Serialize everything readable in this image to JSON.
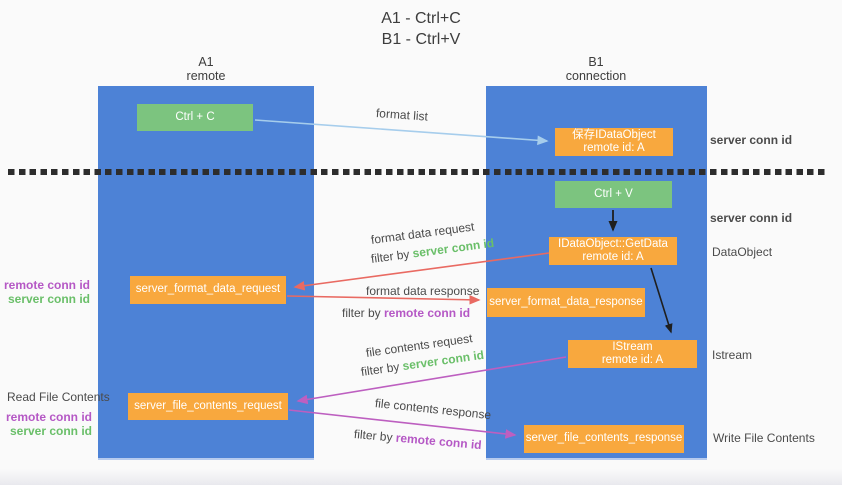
{
  "title": {
    "line1": "A1 - Ctrl+C",
    "line2": "B1 - Ctrl+V"
  },
  "lanes": {
    "a": {
      "title": "A1",
      "subtitle": "remote"
    },
    "b": {
      "title": "B1",
      "subtitle": "connection"
    }
  },
  "nodes": {
    "ctrl_c": "Ctrl + C",
    "ctrl_v": "Ctrl + V",
    "save_idataobject": {
      "line1": "保存IDataObject",
      "line2": "remote id: A"
    },
    "getdata": {
      "line1": "IDataObject::GetData",
      "line2": "remote id: A"
    },
    "istream": {
      "line1": "IStream",
      "line2": "remote id: A"
    },
    "server_format_data_request": "server_format_data_request",
    "server_format_data_response": "server_format_data_response",
    "server_file_contents_request": "server_file_contents_request",
    "server_file_contents_response": "server_file_contents_response"
  },
  "flow_labels": {
    "format_list": "format list",
    "format_data_request": "format data request",
    "format_data_response": "format data response",
    "file_contents_request": "file contents request",
    "file_contents_response": "file contents response",
    "filter_by": "filter by ",
    "server_conn_id": "server conn id",
    "remote_conn_id": "remote conn id"
  },
  "side_labels": {
    "server_conn_id": "server conn id",
    "remote_conn_id": "remote conn id",
    "dataobject": "DataObject",
    "istream": "Istream",
    "read_file_contents": "Read File Contents",
    "write_file_contents": "Write File Contents"
  },
  "colors": {
    "lane_blue": "#4d82d6",
    "node_green": "#7cc47f",
    "node_orange": "#f8a83e",
    "label_green": "#6abf69",
    "label_purple": "#b558c5",
    "arrow_light_blue": "#a6cdec",
    "arrow_red": "#e96a62",
    "arrow_magenta": "#bd5fc0",
    "arrow_black": "#1f1f1f",
    "dotted_line": "#2d2d2d"
  }
}
